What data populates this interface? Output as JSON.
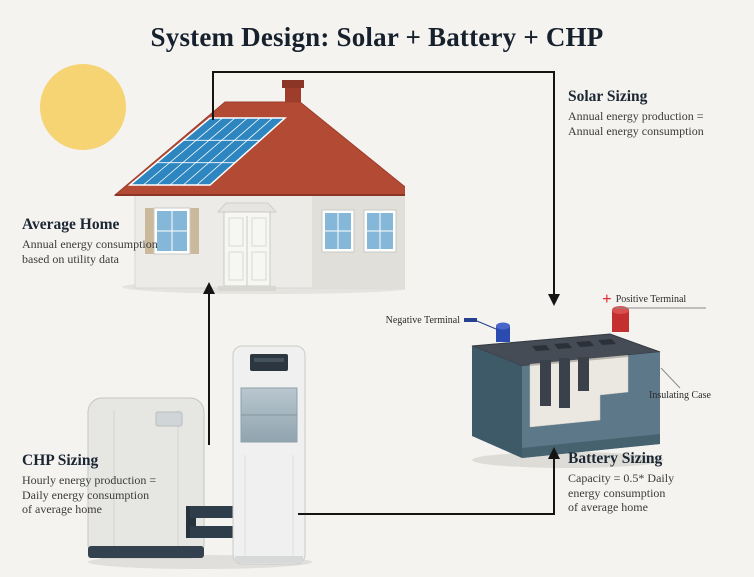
{
  "title": "System Design: Solar + Battery + CHP",
  "labels": {
    "solar_sizing": {
      "heading": "Solar Sizing",
      "lines": [
        "Annual energy production =",
        "Annual energy consumption"
      ]
    },
    "average_home": {
      "heading": "Average Home",
      "lines": [
        "Annual energy consumption",
        "based on utility data"
      ]
    },
    "chp_sizing": {
      "heading": "CHP Sizing",
      "lines": [
        "Hourly energy production =",
        "Daily energy consumption",
        "of average home"
      ]
    },
    "battery_sizing": {
      "heading": "Battery Sizing",
      "lines": [
        "Capacity = 0.5* Daily",
        "energy consumption",
        "of average home"
      ]
    }
  },
  "battery_annotations": {
    "negative": "Negative Terminal",
    "positive_sign": "+",
    "positive": "Positive Terminal",
    "insulating": "Insulating Case"
  },
  "colors": {
    "background": "#f4f3f0",
    "roof_red": "#b34a33",
    "solar_panel_blue": "#2e86c1",
    "sun_yellow": "#f6d373",
    "battery_case": "#5d7889",
    "positive_terminal_red": "#c43030",
    "negative_terminal_blue": "#2c4bb0",
    "arrow_black": "#141414"
  }
}
